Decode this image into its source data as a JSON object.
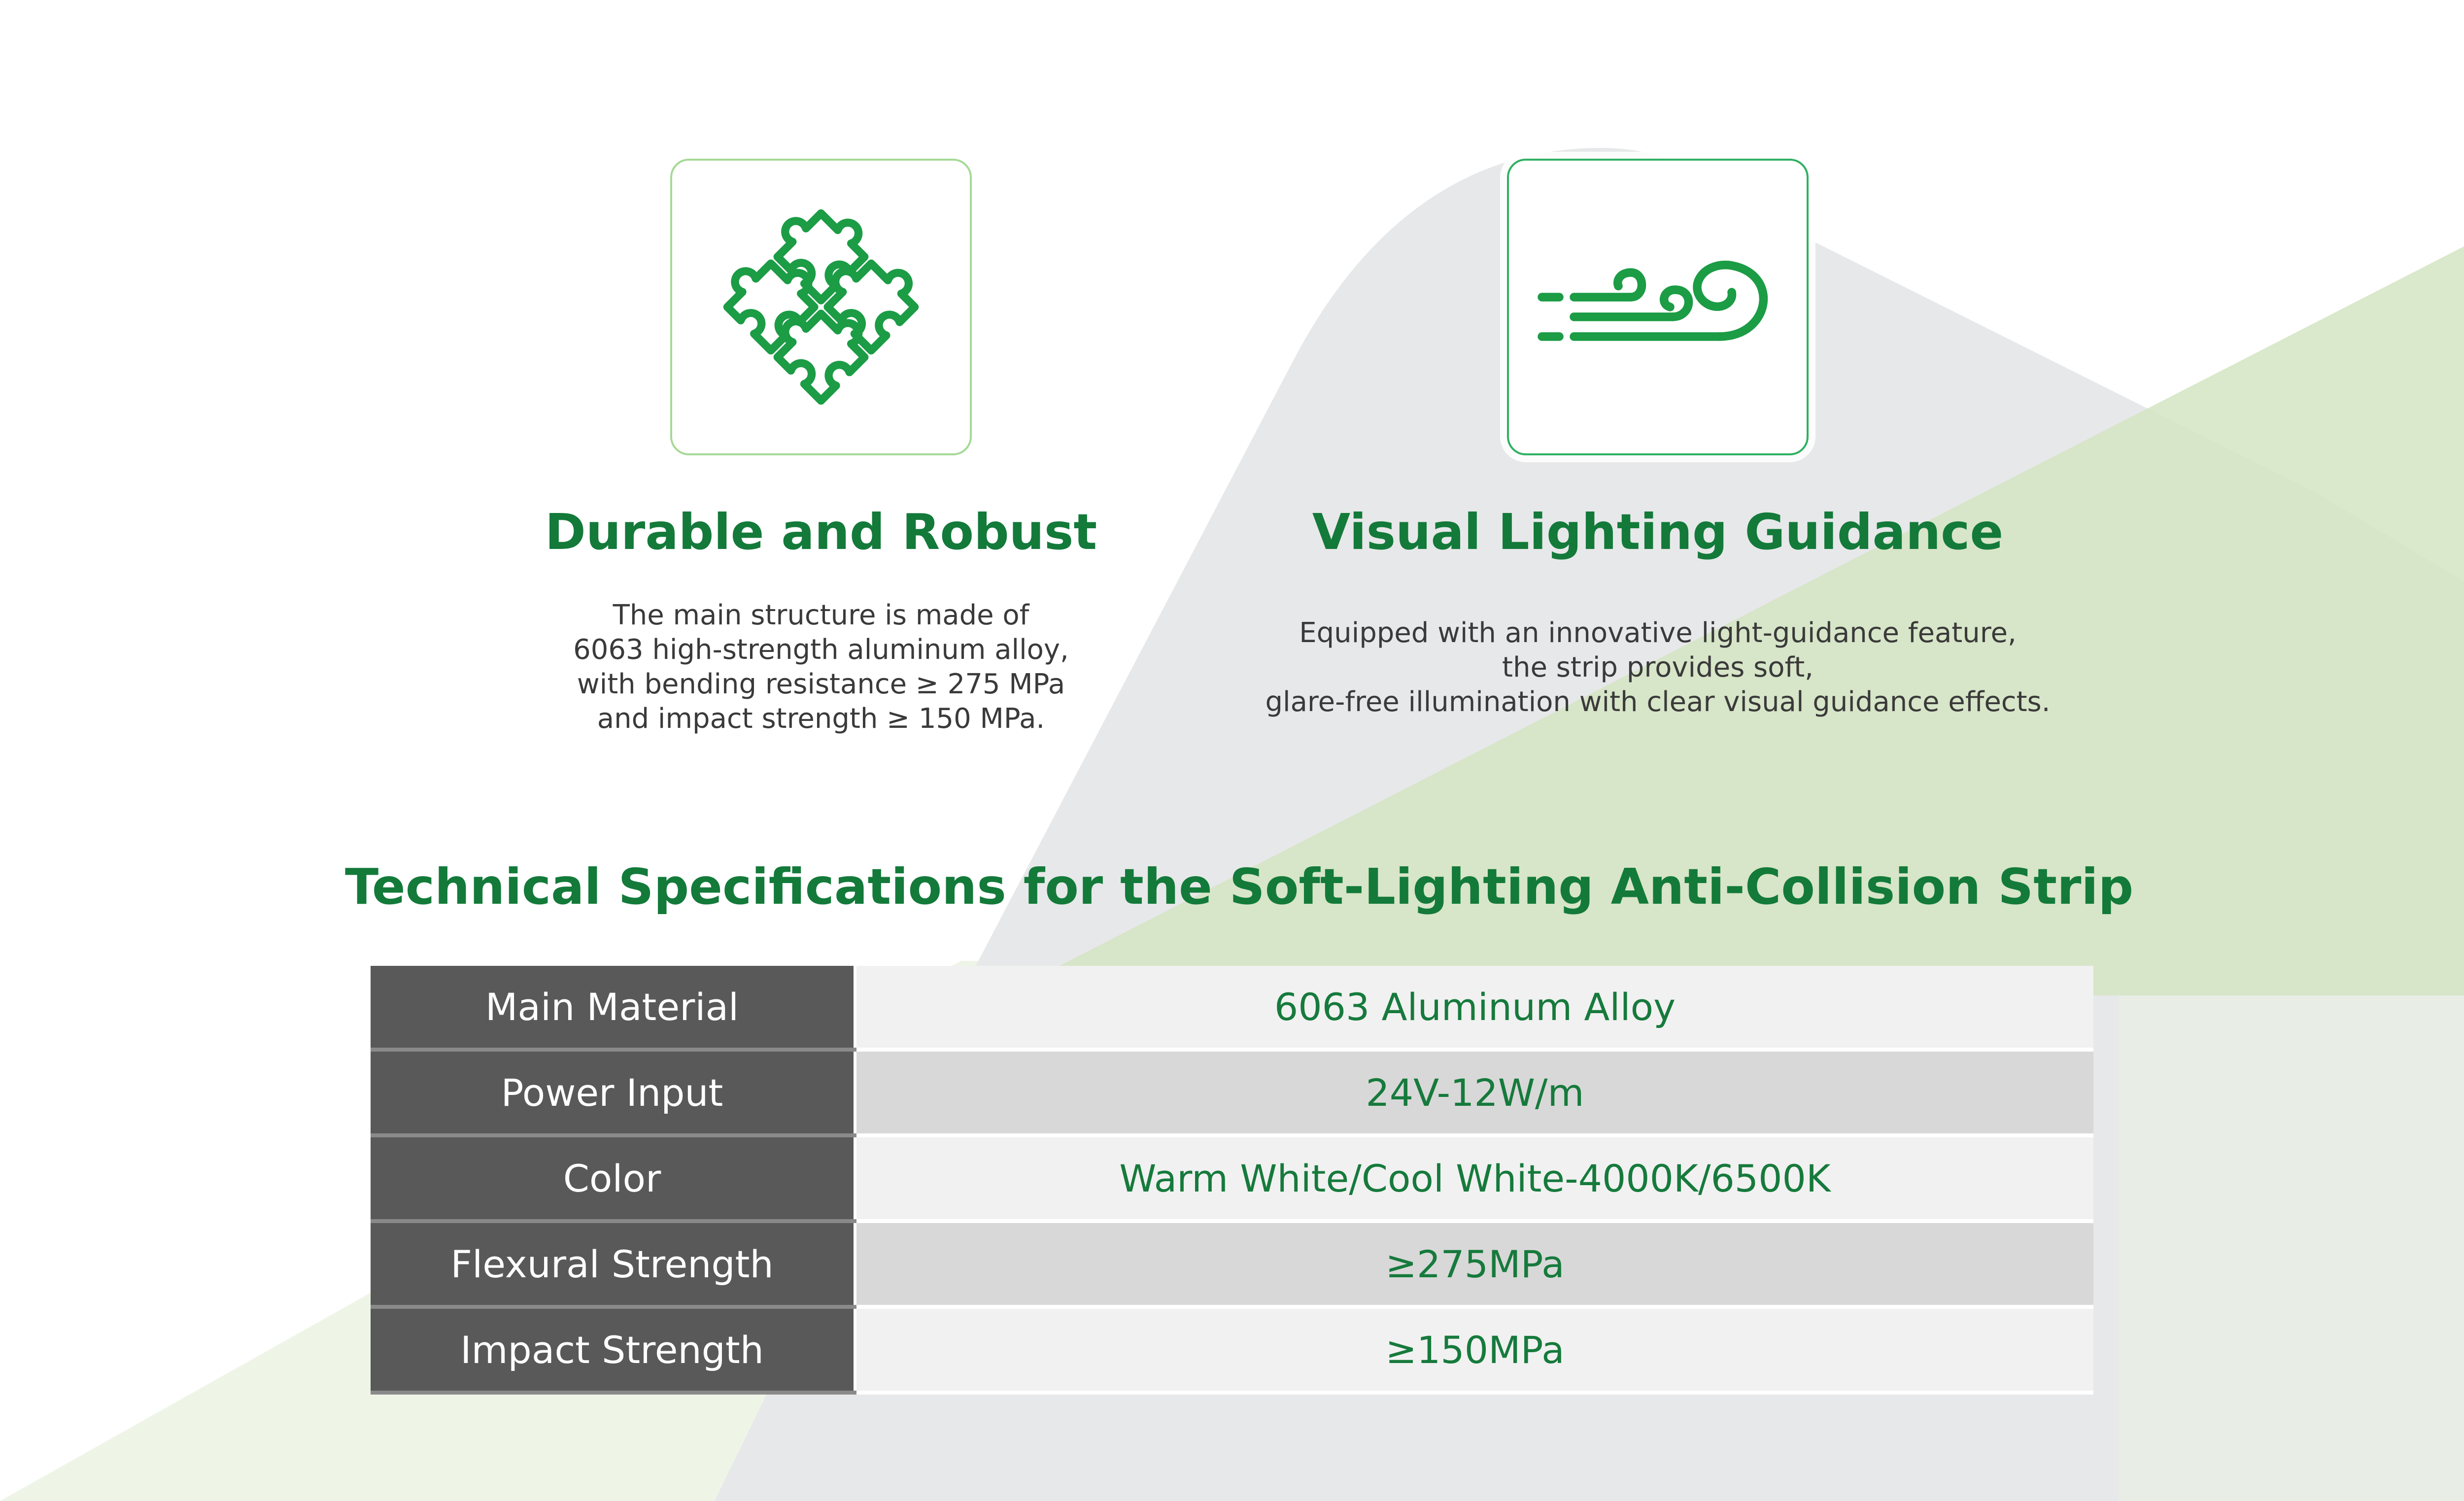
{
  "colors": {
    "brand_green": "#137a3a",
    "value_green": "#167a3c",
    "icon_green": "#1b9c45",
    "label_cell": "#595959",
    "row_light": "#f1f1f1",
    "row_dark": "#d8d8d8"
  },
  "features": [
    {
      "icon": "puzzle-pieces-icon",
      "title": "Durable and Robust",
      "description": [
        "The main structure is made of",
        "6063 high-strength aluminum alloy,",
        "with bending resistance ≥ 275 MPa",
        "and impact strength ≥ 150 MPa."
      ]
    },
    {
      "icon": "wind-flow-icon",
      "title": "Visual Lighting Guidance",
      "description": [
        "Equipped with an innovative light-guidance feature,",
        "the strip provides soft,",
        "glare-free illumination with clear visual guidance effects."
      ]
    }
  ],
  "specs": {
    "title": "Technical Specifications for the Soft-Lighting Anti-Collision Strip",
    "rows": [
      {
        "label": "Main Material",
        "value": "6063 Aluminum Alloy"
      },
      {
        "label": "Power Input",
        "value": "24V-12W/m"
      },
      {
        "label": "Color",
        "value": "Warm White/Cool White-4000K/6500K"
      },
      {
        "label": "Flexural Strength",
        "value": "≥275MPa"
      },
      {
        "label": "Impact Strength",
        "value": "≥150MPa"
      }
    ]
  }
}
